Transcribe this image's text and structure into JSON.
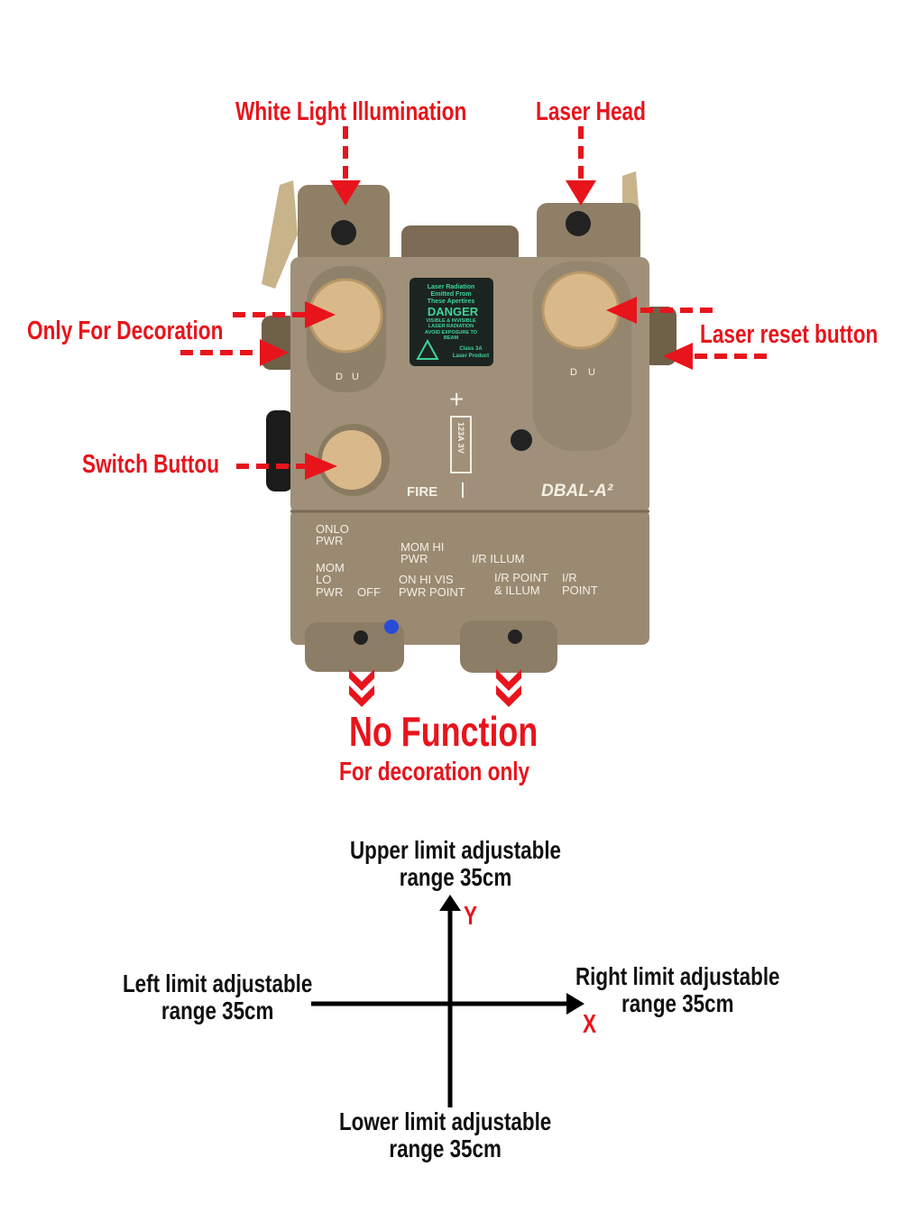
{
  "callouts": {
    "white_light": "White Light Illumination",
    "laser_head": "Laser Head",
    "decoration": "Only For Decoration",
    "laser_reset": "Laser reset button",
    "switch": "Switch Buttou",
    "no_function": "No Function",
    "decoration_only": "For decoration only"
  },
  "device": {
    "model": "DBAL-A²",
    "fire": "FIRE",
    "battery": "123A 3V",
    "plus": "+",
    "dial_d": "D",
    "dial_u": "U",
    "warning": {
      "line1": "Laser Radiation",
      "line2": "Emitted From",
      "line3": "These Apertires",
      "danger": "DANGER",
      "line4": "VISIBLE & INVISIBLE",
      "line5": "LASER RADIATION",
      "line6": "AVOID EXPOSURE TO",
      "line7": "BEAM",
      "class1": "Class 3A",
      "class2": "Laser Product"
    },
    "modes": {
      "onlo": "ONLO",
      "onlo_pwr": "PWR",
      "mom": "MOM",
      "lo": "LO",
      "mom_pwr": "PWR",
      "off": "OFF",
      "momhi": "MOM HI",
      "momhi_pwr": "PWR",
      "onhi": "ON HI VIS",
      "onhi_pwr": "PWR POINT",
      "ir_illum": "I/R ILLUM",
      "ir_pi1": "I/R POINT",
      "ir_pi2": "& ILLUM",
      "ir_p1": "I/R",
      "ir_p2": "POINT"
    }
  },
  "axes": {
    "upper": [
      "Upper limit adjustable",
      "range 35cm"
    ],
    "lower": [
      "Lower limit adjustable",
      "range 35cm"
    ],
    "left": [
      "Left limit adjustable",
      "range 35cm"
    ],
    "right": [
      "Right limit adjustable",
      "range 35cm"
    ],
    "x_label": "X",
    "y_label": "Y"
  },
  "colors": {
    "callout": "#e8141c",
    "body": "#9c8d74",
    "knob": "#d9b98a"
  }
}
